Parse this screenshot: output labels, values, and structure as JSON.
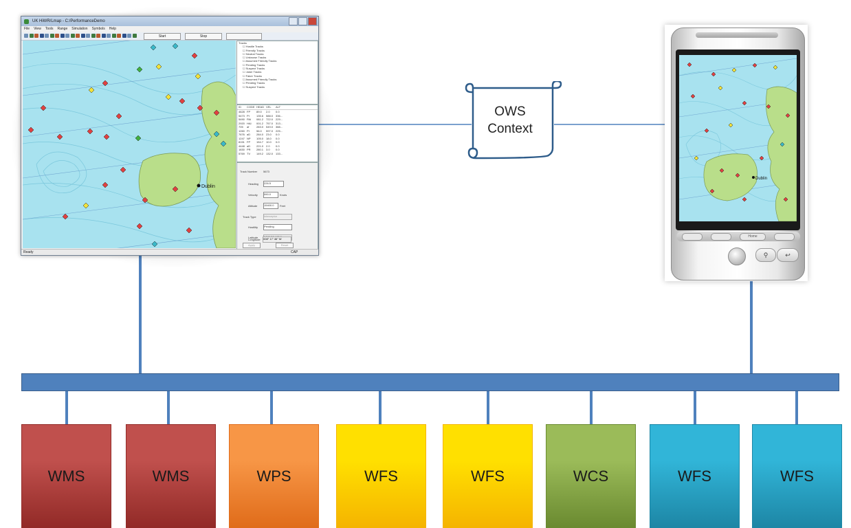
{
  "desktop": {
    "title": "UK HiWR/Lmap - C:/PerformanceDemo",
    "menu": [
      "File",
      "View",
      "Tools",
      "Range",
      "Simulation",
      "Symbols",
      "Help"
    ],
    "start_label": "Start",
    "stop_label": "Stop",
    "tracks_header": "Tracks",
    "track_tree": [
      "Hostile Tracks",
      "Friendly Tracks",
      "Neutral Tracks",
      "Unknown Tracks",
      "Assumed Friendly Tracks",
      "Pending Tracks",
      "Suspect Tracks",
      "Joker Tracks",
      "Faker Tracks",
      "Assumed Friendly Tracks",
      "Pending Tracks",
      "Suspect Tracks"
    ],
    "table_headers": [
      "ID",
      "CODE",
      "HEAD",
      "VEL",
      "ALT"
    ],
    "table_rows": [
      [
        "4628",
        "FP",
        "89.0",
        "2.0",
        "0.0"
      ],
      [
        "5473",
        "PI",
        "135.6",
        "588.0",
        "336..."
      ],
      [
        "5490",
        "PAI",
        "081.2",
        "722.0",
        "229..."
      ],
      [
        "2920",
        "HAI",
        "001.2",
        "757.0",
        "313..."
      ],
      [
        "705",
        "af",
        "283.0",
        "549.0",
        "388..."
      ],
      [
        "1260",
        "PI",
        "56.0",
        "597.0",
        "225..."
      ],
      [
        "7676",
        "aD",
        "284.0",
        "23.0",
        "0.0"
      ],
      [
        "1247",
        "NP",
        "105.0",
        "18.0",
        "0.0"
      ],
      [
        "8151",
        "FP",
        "154.7",
        "10.0",
        "0.0"
      ],
      [
        "4448",
        "aD",
        "221.0",
        "2.0",
        "0.0"
      ],
      [
        "1830",
        "PR",
        "280.1",
        "3.0",
        "0.0"
      ],
      [
        "5769",
        "TV",
        "149.2",
        "132.0",
        "133..."
      ]
    ],
    "form": {
      "track_number_label": "Track Number",
      "track_number": "5673",
      "heading_label": "Heading",
      "heading": "226.5",
      "velocity_label": "Velocity",
      "velocity": "590.0",
      "velocity_unit": "Knots",
      "altitude_label": "Altitude",
      "altitude": "15400.0",
      "altitude_unit": "Feet",
      "track_type_label": "Track Type",
      "track_type": "Interceptor",
      "hostility_label": "Hostility",
      "hostility": "Pending",
      "latitude_label": "Latitude",
      "latitude": "N56° 36' 17\" N",
      "longitude_label": "Longitude",
      "longitude": "008° 17' 46\" W",
      "apply_label": "Apply",
      "reset_label": "Reset"
    },
    "status": "Ready",
    "status_right": "CAP",
    "map_city": "Dublin"
  },
  "phone": {
    "map_city": "Dublin",
    "key_label": "Home"
  },
  "scroll": {
    "line1": "OWS",
    "line2": "Context"
  },
  "services": [
    {
      "label": "WMS",
      "color": "red"
    },
    {
      "label": "WMS",
      "color": "red"
    },
    {
      "label": "WPS",
      "color": "orange"
    },
    {
      "label": "WFS",
      "color": "yellow"
    },
    {
      "label": "WFS",
      "color": "yellow"
    },
    {
      "label": "WCS",
      "color": "green"
    },
    {
      "label": "WFS",
      "color": "blue"
    },
    {
      "label": "WFS",
      "color": "blue"
    }
  ],
  "colors": {
    "bus": "#4f81bd",
    "connector": "#4f81bd",
    "red": [
      "#c0504d",
      "#922a27"
    ],
    "orange": [
      "#f79646",
      "#e06c1a"
    ],
    "yellow": [
      "#ffe000",
      "#f5b400"
    ],
    "green": [
      "#9bbb59",
      "#6a8a30"
    ],
    "blue": [
      "#31b5d8",
      "#1d86a5"
    ],
    "land": "#b9de8a",
    "sea": "#a8e2ef"
  }
}
